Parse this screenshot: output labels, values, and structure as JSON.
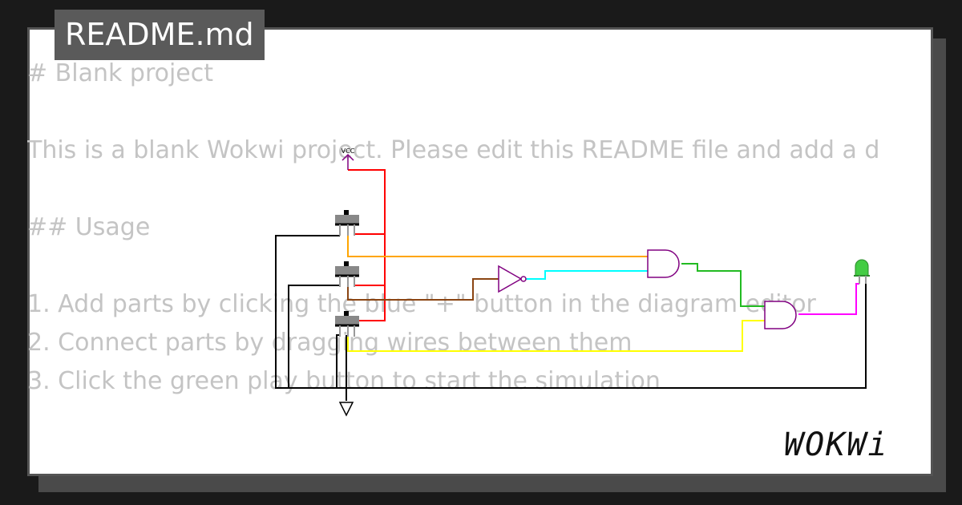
{
  "tab": {
    "title": "README.md"
  },
  "readme": {
    "lines": [
      "# Blank project",
      "",
      "This is a blank Wokwi project. Please edit this README file and add a description of your project.",
      "",
      "## Usage",
      "",
      "1. Add parts by clicking the blue \"+\" button in the diagram editor",
      "2. Connect parts by dragging wires between them",
      "3. Click the green play button to start the simulation"
    ]
  },
  "diagram": {
    "vcc_label": "VCC",
    "parts": [
      "vcc",
      "slide-switch",
      "slide-switch",
      "slide-switch",
      "not-gate",
      "and-gate",
      "and-gate",
      "led",
      "ground"
    ],
    "wire_colors": {
      "power": "#ff0000",
      "switch1": "#ffa500",
      "switch2": "#8b4513",
      "switch3": "#ffff00",
      "not_out": "#00ffff",
      "and1_out": "#22bb22",
      "and2_out": "#ff00ff",
      "ground": "#000000",
      "gate_outline": "#800080",
      "led": "#44cc44"
    }
  },
  "logo": {
    "text": "WOKWi"
  }
}
